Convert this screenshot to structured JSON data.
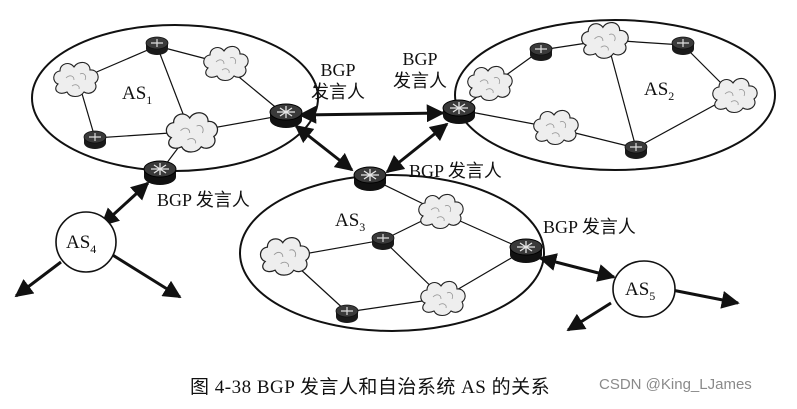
{
  "diagram": {
    "as_labels": [
      {
        "name": "AS",
        "sub": "1"
      },
      {
        "name": "AS",
        "sub": "2"
      },
      {
        "name": "AS",
        "sub": "3"
      },
      {
        "name": "AS",
        "sub": "4"
      },
      {
        "name": "AS",
        "sub": "5"
      }
    ],
    "speaker_labels": {
      "s1_line1": "BGP",
      "s1_line2": "发言人",
      "s2_line1": "BGP",
      "s2_line2": "发言人",
      "s3": "BGP 发言人",
      "s4": "BGP 发言人",
      "s5": "BGP 发言人"
    }
  },
  "caption": "图 4-38    BGP 发言人和自治系统 AS 的关系",
  "watermark": "CSDN @King_LJames"
}
